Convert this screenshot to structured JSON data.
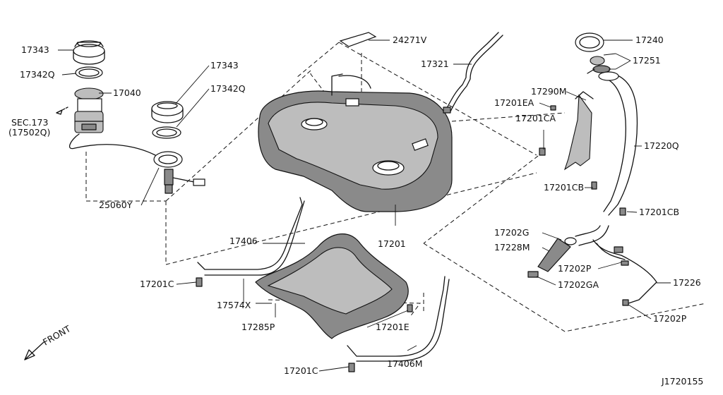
{
  "diagram": {
    "drawing_id": "J1720155",
    "direction_label": "FRONT",
    "callouts": [
      {
        "id": "c1",
        "text": "17343"
      },
      {
        "id": "c2",
        "text": "17342Q"
      },
      {
        "id": "c3",
        "text": "17040"
      },
      {
        "id": "c4",
        "text": "SEC.173"
      },
      {
        "id": "c5",
        "text": "(17502Q)"
      },
      {
        "id": "c6",
        "text": "17343"
      },
      {
        "id": "c7",
        "text": "17342Q"
      },
      {
        "id": "c8",
        "text": "25060Y"
      },
      {
        "id": "c9",
        "text": "24271V"
      },
      {
        "id": "c10",
        "text": "17321"
      },
      {
        "id": "c11",
        "text": "17240"
      },
      {
        "id": "c12",
        "text": "17251"
      },
      {
        "id": "c13",
        "text": "17290M"
      },
      {
        "id": "c14",
        "text": "17201EA"
      },
      {
        "id": "c15",
        "text": "17201CA"
      },
      {
        "id": "c16",
        "text": "17220Q"
      },
      {
        "id": "c17",
        "text": "17201CB"
      },
      {
        "id": "c18",
        "text": "17201CB"
      },
      {
        "id": "c19",
        "text": "17202G"
      },
      {
        "id": "c20",
        "text": "17228M"
      },
      {
        "id": "c21",
        "text": "17202P"
      },
      {
        "id": "c22",
        "text": "17202GA"
      },
      {
        "id": "c23",
        "text": "17226"
      },
      {
        "id": "c24",
        "text": "17202P"
      },
      {
        "id": "c25",
        "text": "17201"
      },
      {
        "id": "c26",
        "text": "17406"
      },
      {
        "id": "c27",
        "text": "17201C"
      },
      {
        "id": "c28",
        "text": "17574X"
      },
      {
        "id": "c29",
        "text": "17285P"
      },
      {
        "id": "c30",
        "text": "17201E"
      },
      {
        "id": "c31",
        "text": "17201C"
      },
      {
        "id": "c32",
        "text": "17406M"
      }
    ]
  }
}
